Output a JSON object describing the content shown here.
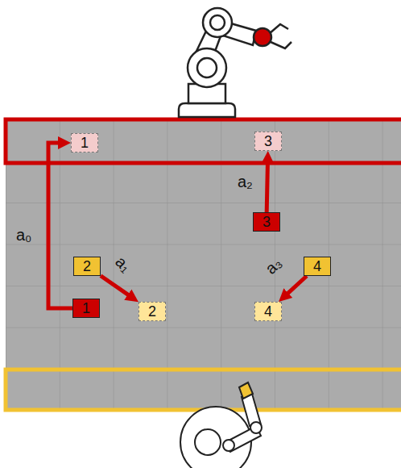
{
  "diagram": {
    "nodes": [
      {
        "text": [
          "1"
        ]
      },
      {
        "text": [
          "3"
        ]
      },
      {
        "text": [
          "3"
        ]
      },
      {
        "text": [
          "2"
        ]
      },
      {
        "text": [
          "4"
        ]
      },
      {
        "text": [
          "1"
        ]
      },
      {
        "text": [
          "2"
        ]
      },
      {
        "text": [
          "4"
        ]
      }
    ],
    "edges": [
      {
        "from": 5,
        "to": 0,
        "arrow": "to",
        "label": "a₀"
      },
      {
        "from": 3,
        "to": 6,
        "arrow": "to",
        "label": "a₁"
      },
      {
        "from": 2,
        "to": 1,
        "arrow": "to",
        "label": "a₂"
      },
      {
        "from": 4,
        "to": 7,
        "arrow": "to",
        "label": "a₃"
      }
    ]
  }
}
